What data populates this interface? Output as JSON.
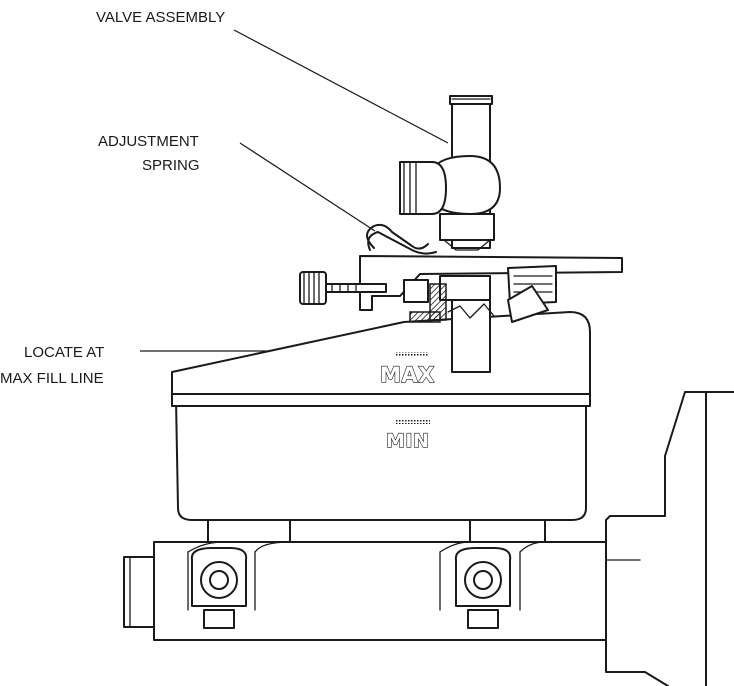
{
  "labels": {
    "valve_assembly": "VALVE ASSEMBLY",
    "adjustment_spring_line1": "ADJUSTMENT",
    "adjustment_spring_line2": "SPRING",
    "locate_line1": "LOCATE AT",
    "locate_line2": "MAX FILL LINE"
  },
  "reservoir_markings": {
    "max": "MAX",
    "min": "MIN"
  }
}
